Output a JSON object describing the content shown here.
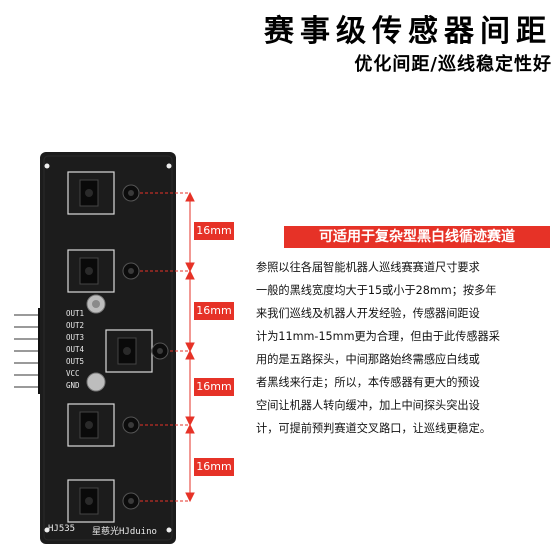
{
  "header": {
    "title": "赛事级传感器间距",
    "subtitle": "优化间距/巡线稳定性好"
  },
  "banner": "可适用于复杂型黑白线循迹赛道",
  "description": [
    "参照以往各届智能机器人巡线赛赛道尺寸要求",
    "一般的黑线宽度均大于15或小于28mm；按多年",
    "来我们巡线及机器人开发经验，传感器间距设",
    "计为11mm-15mm更为合理，但由于此传感器采",
    "用的是五路探头，中间那路始终需感应白线或",
    "者黑线来行走；所以，本传感器有更大的预设",
    "空间让机器人转向缓冲，加上中间探头突出设",
    "计，可提前预判赛道交叉路口，让巡线更稳定。"
  ],
  "spacing_labels": [
    "16mm",
    "16mm",
    "16mm",
    "16mm"
  ],
  "board": {
    "pins": [
      "OUT1",
      "OUT2",
      "OUT3",
      "OUT4",
      "OUT5",
      "VCC",
      "GND"
    ],
    "model": "HJ535",
    "brand": "星慈光HJduino"
  },
  "colors": {
    "accent": "#e63227",
    "board": "#1c1c1c"
  }
}
